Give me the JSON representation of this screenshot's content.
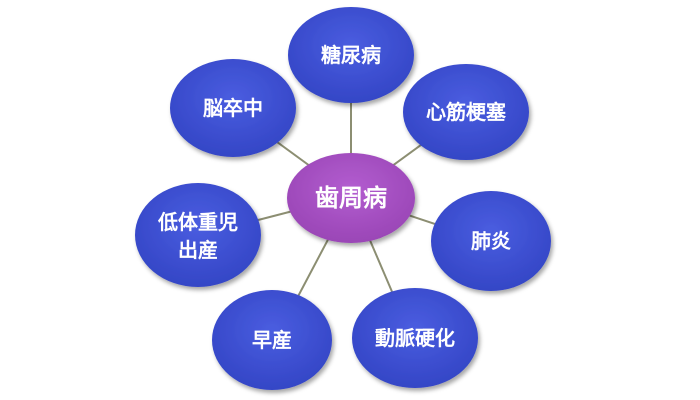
{
  "diagram": {
    "center": {
      "label": "歯周病",
      "color": "#a14fbd"
    },
    "outer_color": "#3b4ed0",
    "nodes": [
      {
        "id": "diabetes",
        "label": "糖尿病"
      },
      {
        "id": "myocardial-infarction",
        "label": "心筋梗塞"
      },
      {
        "id": "pneumonia",
        "label": "肺炎"
      },
      {
        "id": "arteriosclerosis",
        "label": "動脈硬化"
      },
      {
        "id": "premature-birth",
        "label": "早産"
      },
      {
        "id": "low-birth-weight",
        "label_line1": "低体重児",
        "label_line2": "出産"
      },
      {
        "id": "stroke",
        "label": "脳卒中"
      }
    ]
  }
}
